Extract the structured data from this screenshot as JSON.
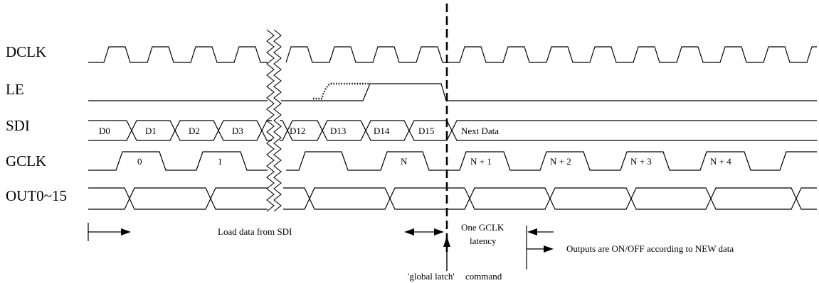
{
  "signals": {
    "dclk": "DCLK",
    "le": "LE",
    "sdi": "SDI",
    "gclk": "GCLK",
    "out": "OUT0~15"
  },
  "sdi_data": [
    "D0",
    "D1",
    "D2",
    "D3",
    "D12",
    "D13",
    "D14",
    "D15",
    "Next Data"
  ],
  "gclk_labels": [
    "0",
    "1",
    "N",
    "N + 1",
    "N + 2",
    "N + 3",
    "N + 4"
  ],
  "annotations": {
    "load_data": "Load data from SDI",
    "one_gclk": "One GCLK",
    "latency": "latency",
    "outputs": "Outputs are ON/OFF according to NEW data",
    "global_latch": "'global latch'",
    "command": "command"
  },
  "colors": {
    "line": "#000000",
    "background": "#ffffff"
  }
}
